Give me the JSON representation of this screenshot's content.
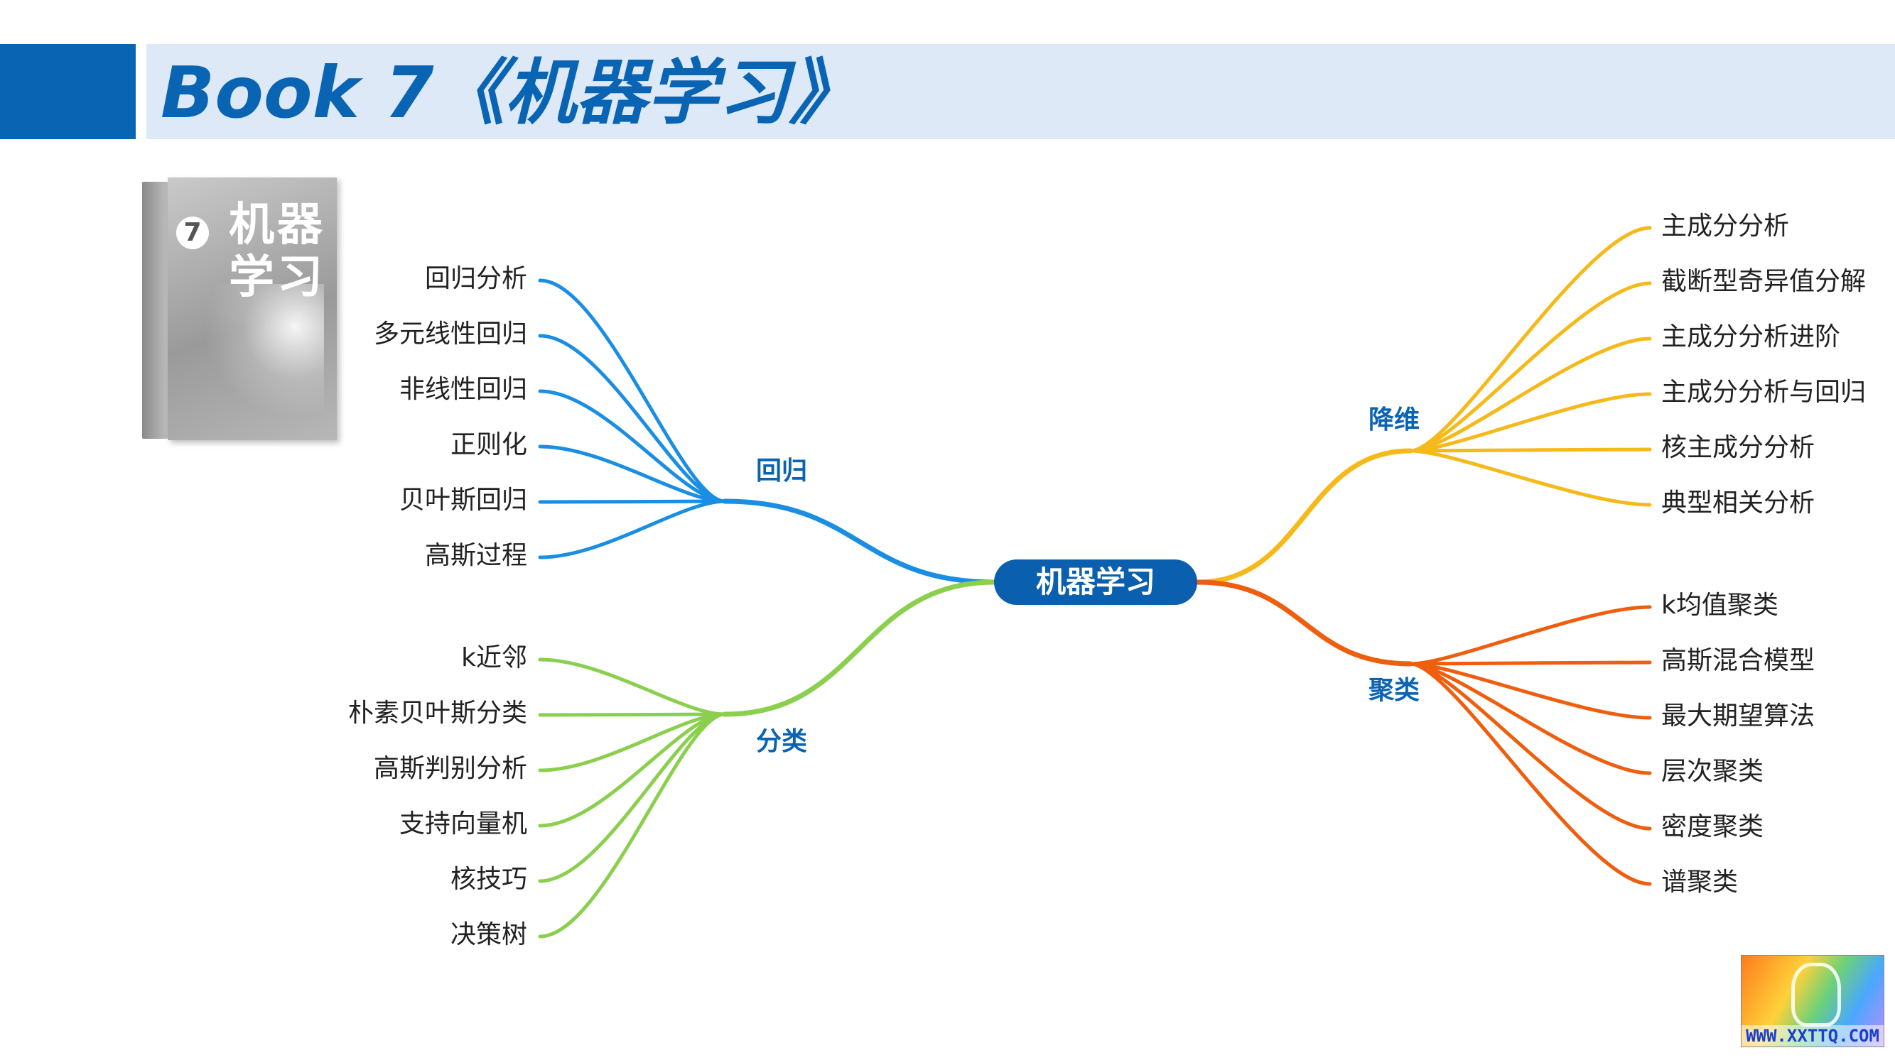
{
  "page": {
    "title": "Book 7《机器学习》"
  },
  "book_cover": {
    "number": "7",
    "title": "机器学习"
  },
  "mindmap": {
    "center": "机器学习",
    "colors": {
      "regression": "#1a8ee3",
      "classification": "#8bcf4e",
      "dimension_reduction": "#f6b91a",
      "clustering": "#ee5e0e",
      "center_fill": "#0a5fae"
    },
    "branches": [
      {
        "id": "regression",
        "label": "回归",
        "side": "left",
        "items": [
          "回归分析",
          "多元线性回归",
          "非线性回归",
          "正则化",
          "贝叶斯回归",
          "高斯过程"
        ]
      },
      {
        "id": "classification",
        "label": "分类",
        "side": "left",
        "items": [
          "k近邻",
          "朴素贝叶斯分类",
          "高斯判别分析",
          "支持向量机",
          "核技巧",
          "决策树"
        ]
      },
      {
        "id": "dimension_reduction",
        "label": "降维",
        "side": "right",
        "items": [
          "主成分分析",
          "截断型奇异值分解",
          "主成分分析进阶",
          "主成分分析与回归",
          "核主成分分析",
          "典型相关分析"
        ]
      },
      {
        "id": "clustering",
        "label": "聚类",
        "side": "right",
        "items": [
          "k均值聚类",
          "高斯混合模型",
          "最大期望算法",
          "层次聚类",
          "密度聚类",
          "谱聚类"
        ]
      }
    ]
  },
  "logo": {
    "text": "WWW.XXTTQ.COM"
  }
}
